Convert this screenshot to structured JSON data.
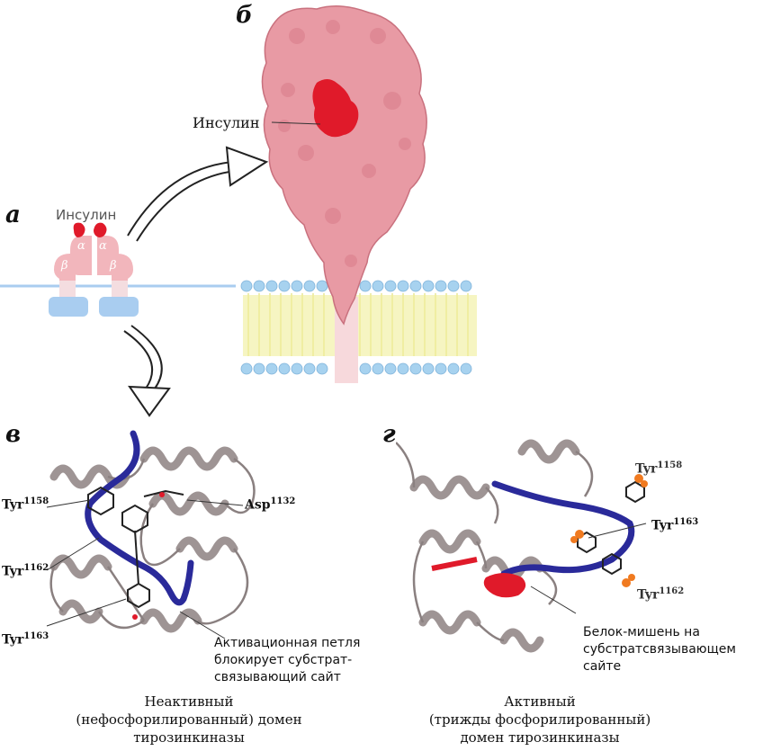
{
  "panels": {
    "a": {
      "letter": "а",
      "insulin_label": "Инсулин",
      "alpha": "α",
      "beta": "β"
    },
    "b": {
      "letter": "б",
      "insulin_label": "Инсулин"
    },
    "c": {
      "letter": "в",
      "labels": {
        "tyr1158": "Tyr",
        "tyr1158_sup": "1158",
        "tyr1162": "Tyr",
        "tyr1162_sup": "1162",
        "tyr1163": "Tyr",
        "tyr1163_sup": "1163",
        "asp1132": "Asp",
        "asp1132_sup": "1132"
      },
      "loop_note": [
        "Активационная петля",
        "блокирует субстрат-",
        "связывающий сайт"
      ],
      "caption": [
        "Неактивный",
        "(нефосфорилированный) домен",
        "тирозинкиназы"
      ]
    },
    "d": {
      "letter": "г",
      "labels": {
        "tyr1158": "Tyr",
        "tyr1158_sup": "1158",
        "tyr1163": "Tyr",
        "tyr1163_sup": "1163",
        "tyr1162": "Tyr",
        "tyr1162_sup": "1162"
      },
      "target_note": [
        "Белок-мишень на",
        "субстратсвязывающем",
        "сайте"
      ],
      "caption": [
        "Активный",
        "(трижды фосфорилированный)",
        "домен тирозинкиназы"
      ]
    }
  },
  "colors": {
    "receptor_pink": "#f2b6bc",
    "receptor_blue": "#a9cdf0",
    "insulin_red": "#e01a2a",
    "loop_blue": "#2a2a9a",
    "ribbon_grey": "#9e9494",
    "lipid_head": "#a7d2ef",
    "lipid_tail": "#f0ef9a",
    "phosphate": "#f07a20"
  }
}
